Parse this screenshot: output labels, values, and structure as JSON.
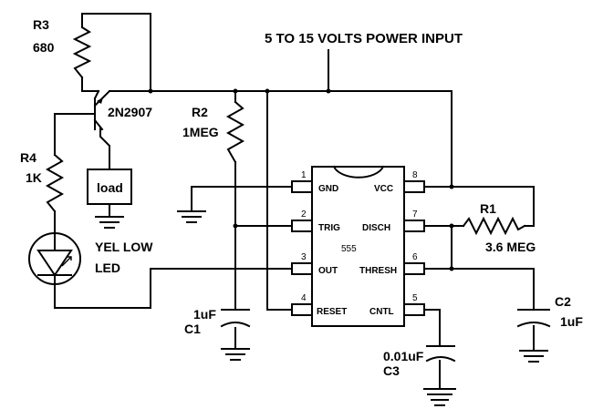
{
  "power_input": "5 TO 15 VOLTS POWER INPUT",
  "r3": {
    "name": "R3",
    "value": "680"
  },
  "transistor": "2N2907",
  "r2": {
    "name": "R2",
    "value": "1MEG"
  },
  "r4": {
    "name": "R4",
    "value": "1K"
  },
  "load": "load",
  "led": {
    "line1": "YEL LOW",
    "line2": "LED"
  },
  "ic": {
    "name": "555",
    "pins": [
      {
        "num": "1",
        "label": "GND"
      },
      {
        "num": "2",
        "label": "TRIG"
      },
      {
        "num": "3",
        "label": "OUT"
      },
      {
        "num": "4",
        "label": "RESET"
      },
      {
        "num": "5",
        "label": "CNTL"
      },
      {
        "num": "6",
        "label": "THRESH"
      },
      {
        "num": "7",
        "label": "DISCH"
      },
      {
        "num": "8",
        "label": "VCC"
      }
    ]
  },
  "r1": {
    "name": "R1",
    "value": "3.6 MEG"
  },
  "c1": {
    "name": "C1",
    "value": "1uF"
  },
  "c2": {
    "name": "C2",
    "value": "1uF"
  },
  "c3": {
    "name": "C3",
    "value": "0.01uF"
  }
}
